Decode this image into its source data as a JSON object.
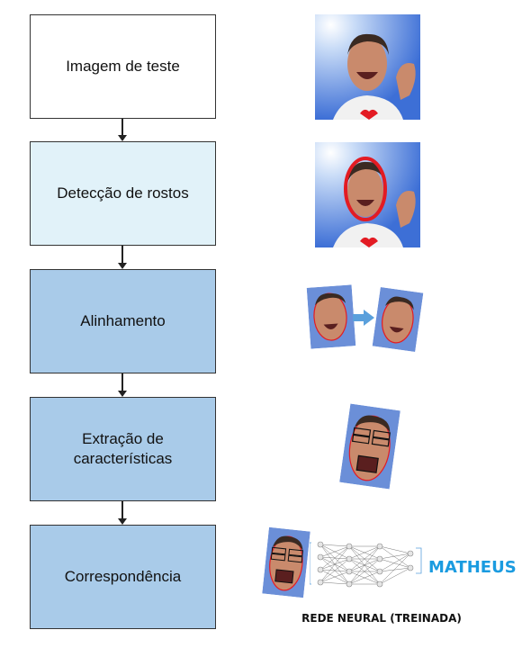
{
  "steps": [
    {
      "lines": [
        "Imagem de teste"
      ],
      "fill": "#ffffff"
    },
    {
      "lines": [
        "Detecção de rostos"
      ],
      "fill": "#e1f2f9"
    },
    {
      "lines": [
        "Alinhamento"
      ],
      "fill": "#a9cbe9"
    },
    {
      "lines": [
        "Extração de",
        "características"
      ],
      "fill": "#a9cbe9"
    },
    {
      "lines": [
        "Correspondência"
      ],
      "fill": "#a9cbe9"
    }
  ],
  "result_label": "MATHEUS",
  "result_color": "#1a9be0",
  "network_caption": "REDE NEURAL (TREINADA)",
  "colors": {
    "sky": "#3d6fd6",
    "detection_ellipse": "#e31b23",
    "align_arrow": "#5aa0dc"
  }
}
